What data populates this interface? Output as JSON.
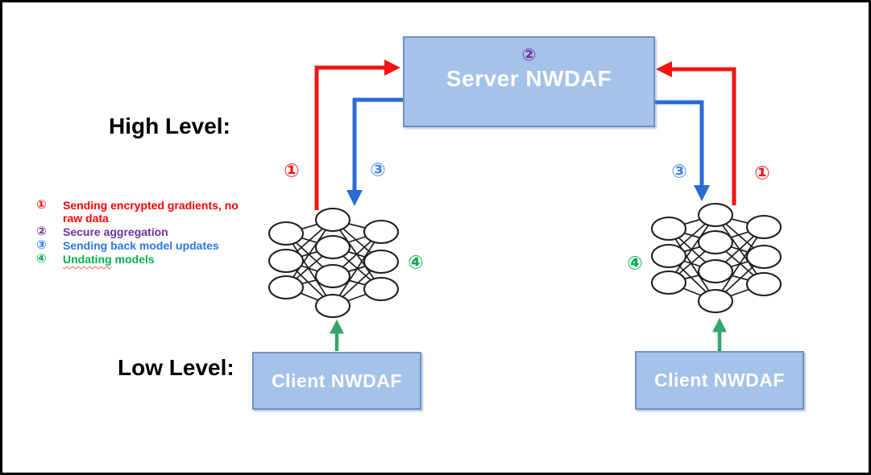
{
  "labels": {
    "high_level": "High Level:",
    "low_level": "Low Level:"
  },
  "server_box": {
    "label": "Server NWDAF",
    "badge": "②"
  },
  "client_boxes": {
    "left_label": "Client NWDAF",
    "right_label": "Client NWDAF"
  },
  "legend": {
    "items": [
      {
        "num": "①",
        "label": "Sending encrypted gradients, no raw data"
      },
      {
        "num": "②",
        "label": "Secure aggregation"
      },
      {
        "num": "③",
        "label": "Sending back model updates"
      },
      {
        "num": "④",
        "misspelled_part": "Undating",
        "rest_part": "models"
      }
    ]
  },
  "flow_annotations": {
    "left_upload": "①",
    "left_download": "③",
    "left_update": "④",
    "right_download": "③",
    "right_upload": "①",
    "right_update": "④"
  },
  "colors": {
    "box_fill": "#a5c2e9",
    "box_border": "#7291c5",
    "arrow_red": "#f41414",
    "arrow_blue": "#2b6bd4",
    "arrow_green": "#35a56b",
    "legend_red": "#ff0000",
    "legend_purple": "#7030a0",
    "legend_blue": "#2e75e6",
    "legend_green": "#00b050",
    "frame_border": "#000000"
  }
}
